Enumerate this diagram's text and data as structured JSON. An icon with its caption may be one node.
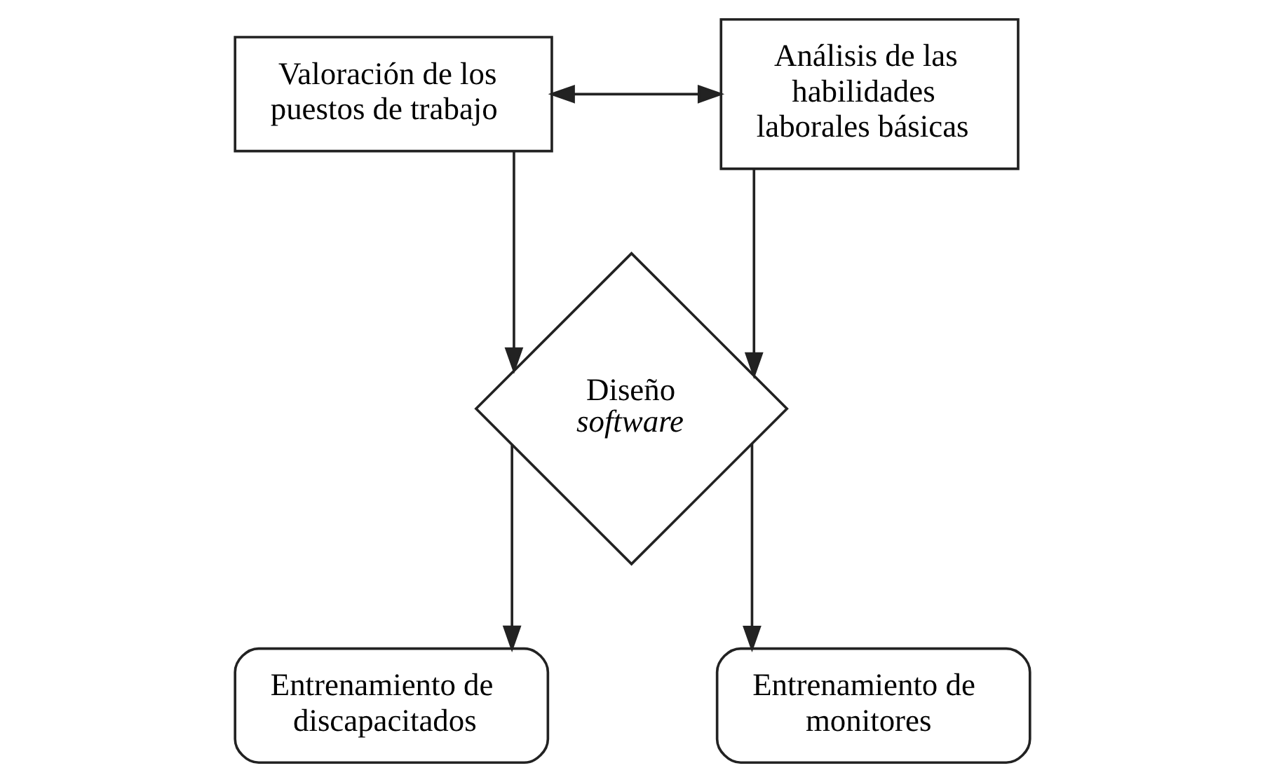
{
  "diagram": {
    "nodes": [
      {
        "text": [
          "Valoración de los puestos de trabajo"
        ]
      },
      {
        "text": [
          "Análisis de las habilidades laborales básicas"
        ]
      },
      {
        "text": [
          "Diseño *software*"
        ]
      },
      {
        "text": [
          "Entrenamiento de discapacitados"
        ]
      },
      {
        "text": [
          "Entrenamiento de monitores"
        ]
      }
    ],
    "edges": [
      {
        "from": 0,
        "to": 1,
        "arrow": "both"
      },
      {
        "from": 0,
        "to": 2,
        "arrow": "to"
      },
      {
        "from": 1,
        "to": 2,
        "arrow": "to"
      },
      {
        "from": 2,
        "to": 3,
        "arrow": "to"
      },
      {
        "from": 2,
        "to": 4,
        "arrow": "to"
      }
    ]
  }
}
